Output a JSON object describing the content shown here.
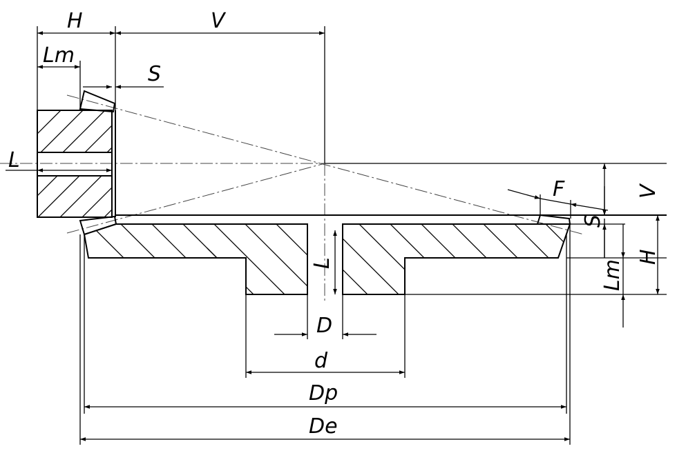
{
  "labels": {
    "H_top": "H",
    "V_top": "V",
    "Lm_top": "Lm",
    "S_top": "S",
    "L_left": "L",
    "F_right": "F",
    "V_right": "V",
    "S_right": "S",
    "H_right": "H",
    "Lm_right": "Lm",
    "L_hub": "L",
    "D_bore": "D",
    "d_hub": "d",
    "Dp": "Dp",
    "De": "De"
  }
}
